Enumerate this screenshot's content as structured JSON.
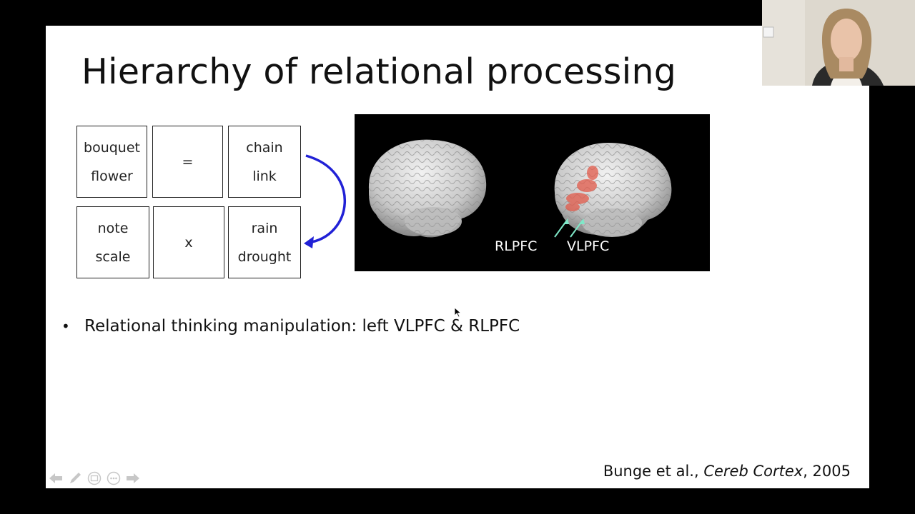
{
  "slide": {
    "title": "Hierarchy of relational processing",
    "word_boxes": {
      "top_left": [
        "bouquet",
        "flower"
      ],
      "top_middle": "=",
      "top_right": [
        "chain",
        "link"
      ],
      "bottom_left": [
        "note",
        "scale"
      ],
      "bottom_middle": "x",
      "bottom_right": [
        "rain",
        "drought"
      ]
    },
    "brain_labels": {
      "rlpfc": "RLPFC",
      "vlpfc": "VLPFC"
    },
    "bullet": "Relational thinking manipulation: left VLPFC & RLPFC",
    "citation": {
      "authors": "Bunge et al., ",
      "journal": "Cereb Cortex",
      "year": ", 2005"
    }
  },
  "colors": {
    "arrow": "#2121d6",
    "activation": "#e25a4a",
    "pointer_arrows": "#7fe8c8",
    "brain": "#d8d8d8"
  },
  "toolbar": {
    "icons": [
      "arrow-left-icon",
      "pen-icon",
      "screen-icon",
      "more-icon",
      "arrow-right-icon"
    ]
  }
}
